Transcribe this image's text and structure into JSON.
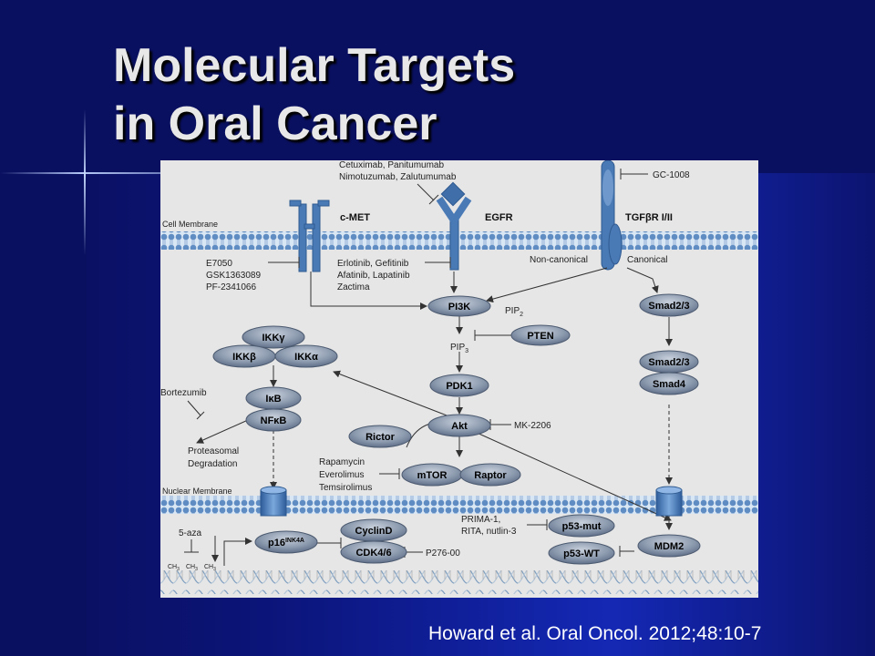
{
  "title": {
    "line1": "Molecular Targets",
    "line2": "in Oral Cancer"
  },
  "citation": "Howard et al. Oral Oncol. 2012;48:10-7",
  "diagram": {
    "cell_membrane": "Cell Membrane",
    "nuclear_membrane": "Nuclear Membrane",
    "receptors": {
      "cmet": "c-MET",
      "egfr": "EGFR",
      "tgfbr": "TGFβR I/II"
    },
    "egfr_antibodies": {
      "line1": "Cetuximab, Panitumumab",
      "line2": "Nimotuzumab, Zalutumumab"
    },
    "tgf_inhibitor": "GC-1008",
    "cmet_inhibitors": [
      "E7050",
      "GSK1363089",
      "PF-2341066"
    ],
    "egfr_tki": [
      "Erlotinib, Gefitinib",
      "Afatinib, Lapatinib",
      "Zactima"
    ],
    "non_canonical": "Non-canonical",
    "canonical": "Canonical",
    "nodes": {
      "pi3k": "PI3K",
      "pten": "PTEN",
      "pdk1": "PDK1",
      "akt": "Akt",
      "rictor": "Rictor",
      "mtor": "mTOR",
      "raptor": "Raptor",
      "ikkg": "IKKγ",
      "ikkb": "IKKβ",
      "ikka": "IKKα",
      "ikb": "IκB",
      "nfkb": "NFκB",
      "smad23a": "Smad2/3",
      "smad23b": "Smad2/3",
      "smad4": "Smad4",
      "p16_base": "p16",
      "p16_sup": "INK4A",
      "cyclind": "CyclinD",
      "cdk46": "CDK4/6",
      "p53mut": "p53-mut",
      "p53wt": "p53-WT",
      "mdm2": "MDM2"
    },
    "pip2_base": "PIP",
    "pip2_sub": "2",
    "pip3_base": "PIP",
    "pip3_sub": "3",
    "bortezumib": "Bortezumib",
    "proteasomal": [
      "Proteasomal",
      "Degradation"
    ],
    "mk2206": "MK-2206",
    "mtor_inhibitors": [
      "Rapamycin",
      "Everolimus",
      "Temsirolimus"
    ],
    "p53_drugs": [
      "PRIMA-1,",
      "RITA, nutlin-3"
    ],
    "p27600": "P276-00",
    "aza": "5-aza",
    "ch3": [
      "CH",
      "3"
    ]
  }
}
